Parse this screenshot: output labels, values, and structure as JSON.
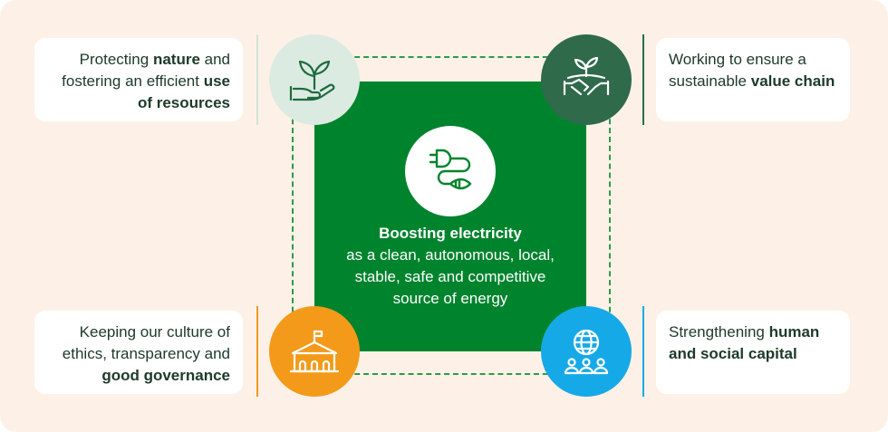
{
  "center": {
    "title": "Boosting electricity",
    "lines": [
      "as a clean, autonomous, local,",
      "stable, safe and competitive",
      "source of energy"
    ],
    "icon": "plug-leaf-icon"
  },
  "pillars": {
    "top_left": {
      "pre": "Protecting ",
      "b1": "nature",
      "mid": " and fostering an efficient ",
      "b2": "use of resources",
      "icon": "hand-plant-icon",
      "color": "#dcebe2"
    },
    "top_right": {
      "pre": "Working to ensure a sustainable ",
      "b1": "value chain",
      "icon": "handshake-plant-icon",
      "color": "#2f6a4b"
    },
    "bottom_left": {
      "pre": "Keeping our culture of ethics, transparency and ",
      "b1": "good governance",
      "icon": "institution-building-icon",
      "color": "#f39a1a"
    },
    "bottom_right": {
      "pre": "Strengthening ",
      "b1": "human and social capital",
      "icon": "globe-people-icon",
      "color": "#16a9e8"
    }
  },
  "colors": {
    "background": "#fdf1e7",
    "center_green": "#00832d",
    "dashed_line": "#2d9a4a",
    "text_dark": "#1d3a28"
  }
}
